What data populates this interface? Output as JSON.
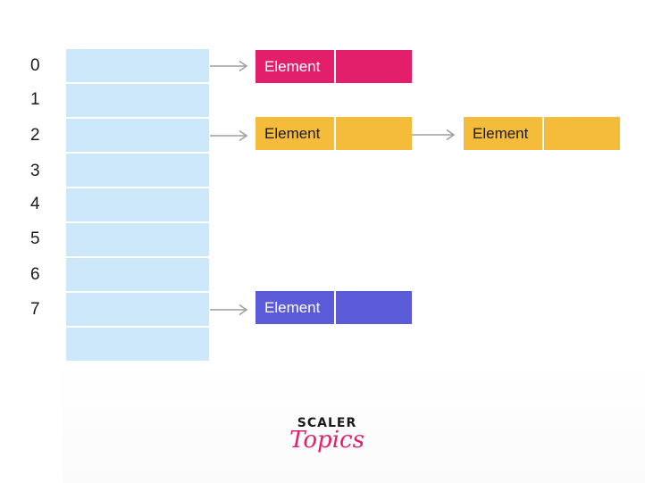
{
  "indices": [
    "0",
    "1",
    "2",
    "3",
    "4",
    "5",
    "6",
    "7"
  ],
  "nodes": {
    "row0": {
      "label": "Element"
    },
    "row2_first": {
      "label": "Element"
    },
    "row2_second": {
      "label": "Element"
    },
    "row7": {
      "label": "Element"
    }
  },
  "colors": {
    "bucket": "#cde8fb",
    "pink": "#e31f6b",
    "yellow": "#f5bc3c",
    "purple": "#5b5bd9",
    "arrow": "#9e9e9e"
  },
  "logo": {
    "top_text": "SCALER",
    "bottom_text": "Topics"
  }
}
